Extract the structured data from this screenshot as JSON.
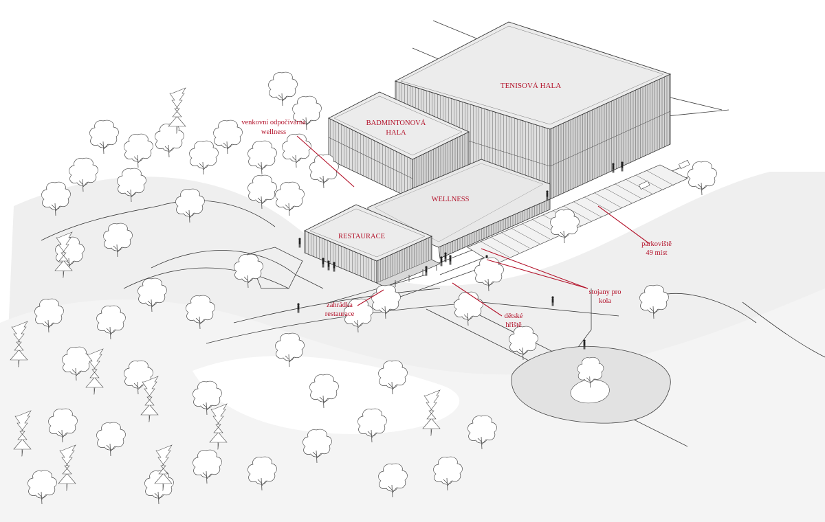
{
  "labels": {
    "tennis_hall": "TENISOVÁ HALA",
    "badminton_hall_line1": "BADMINTONOVÁ",
    "badminton_hall_line2": "HALA",
    "wellness": "WELLNESS",
    "restaurant": "RESTAURACE",
    "outdoor_rest_line1": "venkovní odpočívárna",
    "outdoor_rest_line2": "wellness",
    "parking_line1": "parkoviště",
    "parking_line2": "49 míst",
    "bike_stands_line1": "stojany pro",
    "bike_stands_line2": "kola",
    "playground_line1": "dětské",
    "playground_line2": "hřiště",
    "garden_line1": "zahrádka",
    "garden_line2": "restaurace"
  },
  "colors": {
    "annotation": "#b3122a",
    "roof_light": "#ebebeb",
    "wall_stripe": "#9a9a9a",
    "pond": "#e2e2e2",
    "ground_shadow": "#dcdcdc"
  }
}
